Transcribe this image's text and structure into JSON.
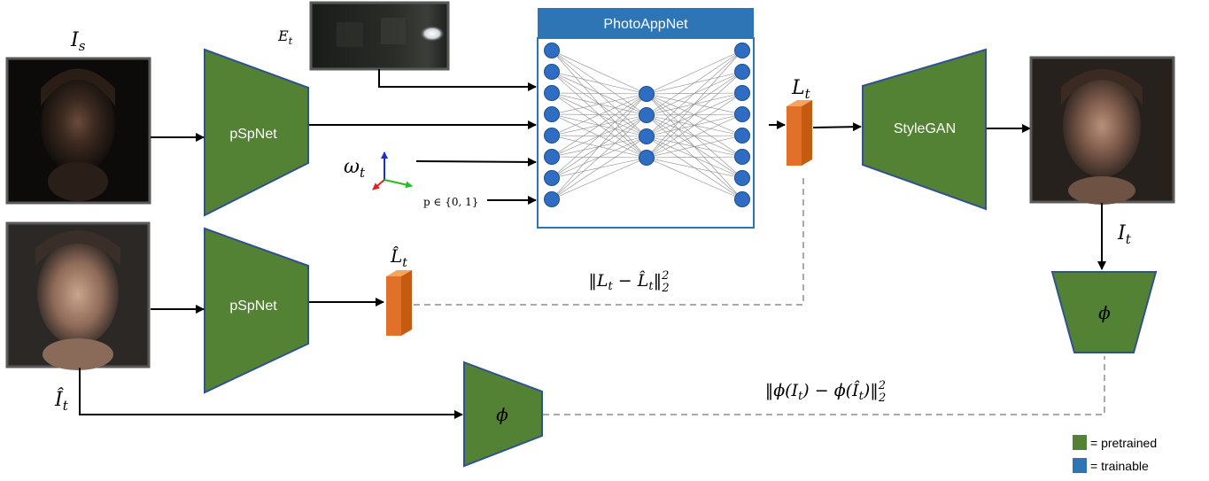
{
  "labels": {
    "I_s": "I",
    "I_s_sub": "s",
    "E_t": "E",
    "E_t_sub": "t",
    "omega_t": "ω",
    "omega_t_sub": "t",
    "p_cond": "p ∈ {0, 1}",
    "L_t": "L",
    "L_t_sub": "t",
    "L_hat_t": "L̂",
    "L_hat_t_sub": "t",
    "I_t": "I",
    "I_t_sub": "t",
    "I_hat_t": "Î",
    "I_hat_t_sub": "t",
    "loss_latent": "‖L_t − L̂_t‖²₂",
    "loss_feature": "‖φ(I_t) − φ(Î_t)‖²₂",
    "phi": "ϕ"
  },
  "blocks": {
    "photoappnet": "PhotoAppNet",
    "pspnet_top": "pSpNet",
    "pspnet_bottom": "pSpNet",
    "stylegan": "StyleGAN"
  },
  "legend": {
    "pretrained": "= pretrained",
    "trainable": "= trainable"
  },
  "colors": {
    "pretrained": "#548235",
    "trainable": "#2E75B6",
    "node": "#2F6DC4",
    "latent": "#E0702A",
    "arrow": "#000000",
    "dashed": "#AAAAAA"
  }
}
